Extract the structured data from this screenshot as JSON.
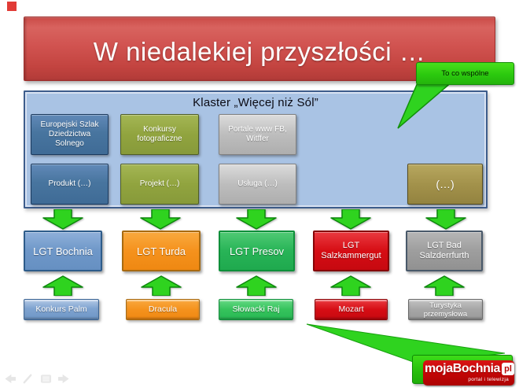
{
  "title": "W niedalekiej przyszłości …",
  "callout_top": {
    "label": "To co wspólne"
  },
  "klaster": {
    "header": "Klaster „Więcej niż Sól”",
    "row1": [
      {
        "label": "Europejski Szlak Dziedzictwa Solnego",
        "color": "#48759f"
      },
      {
        "label": "Konkursy fotograficzne",
        "color": "#91a43f"
      },
      {
        "label": "Portale www FB, Witffer",
        "color": "#bdbdbd"
      }
    ],
    "row2": [
      {
        "label": "Produkt (…)",
        "color": "#48759f"
      },
      {
        "label": "Projekt (…)",
        "color": "#91a43f"
      },
      {
        "label": "Usługa (…)",
        "color": "#bdbdbd"
      },
      {
        "label": "(…)",
        "color": "#a3924b"
      }
    ]
  },
  "lgt_row": [
    {
      "label": "LGT Bochnia",
      "color": "#6e97c8"
    },
    {
      "label": "LGT Turda",
      "color": "#f5921d"
    },
    {
      "label": "LGT Presov",
      "color": "#28b457"
    },
    {
      "label": "LGT Salzkammergut",
      "color": "#d60d14"
    },
    {
      "label": "LGT Bad Salzderrfurth",
      "color": "#9e9e9e"
    }
  ],
  "project_row": [
    {
      "label": "Konkurs Palm",
      "color": "#7fa3d0"
    },
    {
      "label": "Dracula",
      "color": "#f5921d"
    },
    {
      "label": "Słowacki Raj",
      "color": "#35c35c"
    },
    {
      "label": "Mozart",
      "color": "#d60d14"
    },
    {
      "label": "Turystyka przemysłowa",
      "color": "#a6a6a6"
    }
  ],
  "logo": {
    "brand": "mojaBochnia",
    "tld": "pl",
    "tagline": "portal i telewizja"
  },
  "icons": {
    "flow_arrow": "block-arrow",
    "toolbar": [
      "prev-arrow-icon",
      "pen-icon",
      "menu-icon",
      "next-arrow-icon"
    ]
  },
  "colors": {
    "banner_red": "#cf4f4b",
    "panel_blue": "#a9c3e4",
    "panel_border": "#3d5d8c",
    "arrow_green": "#2fd31f",
    "callout_green": "#2bc90e",
    "logo_red": "#c10505"
  }
}
